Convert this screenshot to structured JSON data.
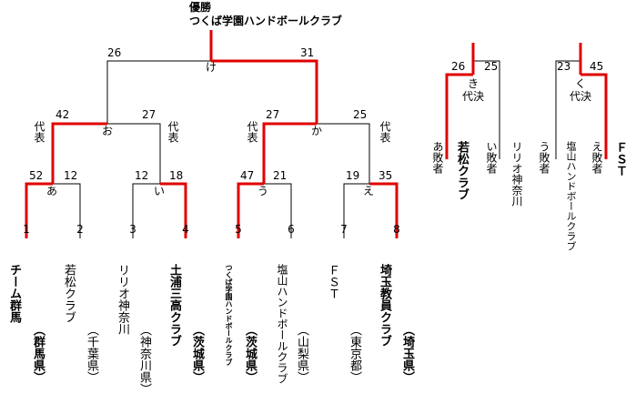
{
  "header": {
    "label": "優勝",
    "champion": "つくば学園ハンドボールクラブ"
  },
  "final": {
    "mark": "け",
    "left_score": "26",
    "right_score": "31"
  },
  "semis": [
    {
      "mark": "お",
      "left_score": "42",
      "right_score": "27",
      "left_note": "代表",
      "right_note": "代表"
    },
    {
      "mark": "か",
      "left_score": "27",
      "right_score": "25",
      "left_note": "代表",
      "right_note": "代表"
    }
  ],
  "quarters": [
    {
      "mark": "あ",
      "left_score": "52",
      "right_score": "12"
    },
    {
      "mark": "い",
      "left_score": "12",
      "right_score": "18"
    },
    {
      "mark": "う",
      "left_score": "47",
      "right_score": "21"
    },
    {
      "mark": "え",
      "left_score": "19",
      "right_score": "35"
    }
  ],
  "teams": [
    {
      "seed": "1",
      "name": "チーム群馬",
      "pref": "（群馬県）"
    },
    {
      "seed": "2",
      "name": "若松クラブ",
      "pref": "（千葉県）"
    },
    {
      "seed": "3",
      "name": "リリオ神奈川",
      "pref": "（神奈川県）"
    },
    {
      "seed": "4",
      "name": "土浦三高クラブ",
      "pref": "（茨城県）"
    },
    {
      "seed": "5",
      "name": "つくば学園ハンドボールクラブ",
      "pref": "（茨城県）"
    },
    {
      "seed": "6",
      "name": "塩山ハンドボールクラブ",
      "pref": "（山梨県）"
    },
    {
      "seed": "7",
      "name": "ＦＳＴ",
      "pref": "（東京都）"
    },
    {
      "seed": "8",
      "name": "埼玉教員クラブ",
      "pref": "（埼玉県）"
    }
  ],
  "playoffs": [
    {
      "mark": "き",
      "label": "代決",
      "left_score": "26",
      "right_score": "25",
      "left_loser": "あ敗者",
      "left_team": "若松クラブ",
      "right_loser": "い敗者",
      "right_team": "リリオ神奈川"
    },
    {
      "mark": "く",
      "label": "代決",
      "left_score": "23",
      "right_score": "45",
      "left_loser": "う敗者",
      "left_team": "塩山ハンドボールクラブ",
      "right_loser": "え敗者",
      "right_team": "ＦＳＴ"
    }
  ],
  "colors": {
    "winner_line": "#e00000",
    "line": "#000000"
  }
}
